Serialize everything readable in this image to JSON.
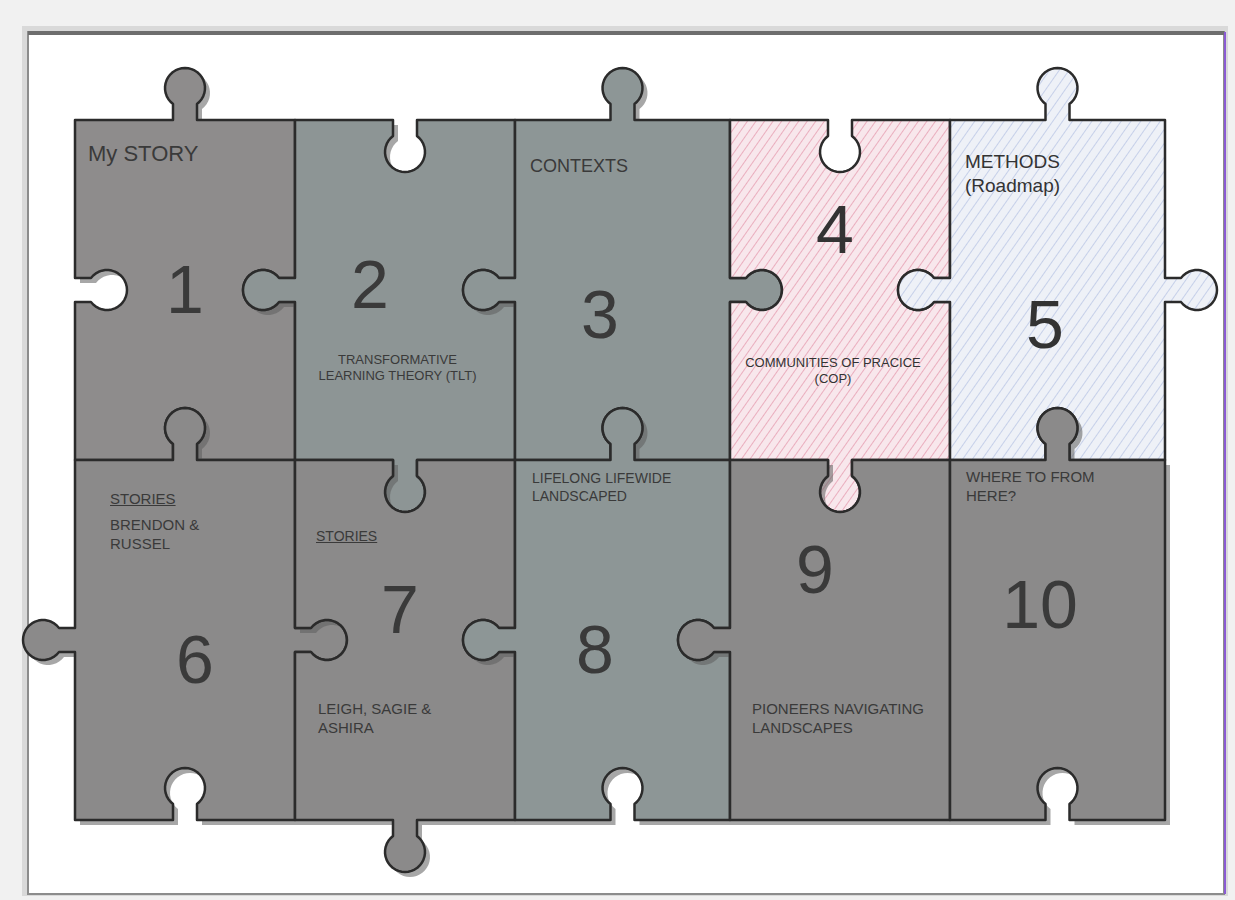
{
  "diagram": {
    "nodes": [
      {
        "text": [
          "My STORY",
          "1"
        ]
      },
      {
        "text": [
          "2",
          "TRANSFORMATIVE LEARNING THEORY (TLT)"
        ]
      },
      {
        "text": [
          "CONTEXTS",
          "3"
        ]
      },
      {
        "text": [
          "4",
          "COMMUNITIES OF PRACICE (COP)"
        ]
      },
      {
        "text": [
          "METHODS (Roadmap)",
          "5"
        ]
      },
      {
        "text": [
          "STORIES",
          "BRENDON & RUSSEL",
          "6"
        ]
      },
      {
        "text": [
          "STORIES",
          "7",
          "LEIGH, SAGIE & ASHIRA"
        ]
      },
      {
        "text": [
          "LIFELONG LIFEWIDE LANDSCAPED",
          "8"
        ]
      },
      {
        "text": [
          "9",
          "PIONEERS NAVIGATING LANDSCAPES"
        ]
      },
      {
        "text": [
          "WHERE TO FROM HERE?",
          "10"
        ]
      }
    ]
  }
}
